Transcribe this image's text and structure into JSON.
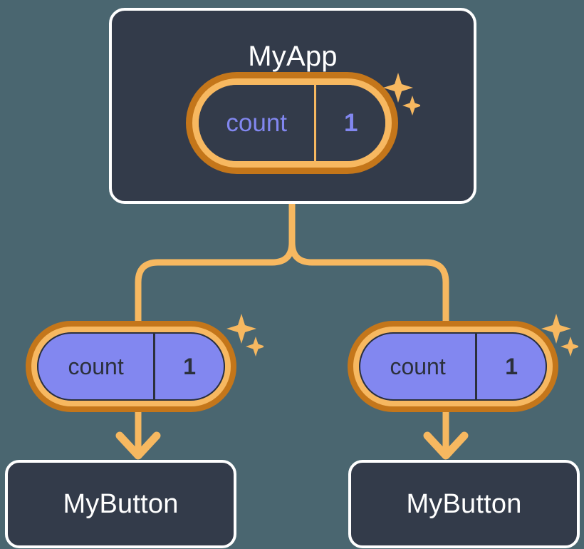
{
  "diagram": {
    "title_semantic": "react-state-propagation-tree",
    "background_color": "#4a6670"
  },
  "colors": {
    "background": "#4a6670",
    "card_fill": "#333b4a",
    "card_border": "#ffffff",
    "pill_ring_outer": "#c4761a",
    "pill_ring_inner": "#f7b860",
    "pill_purple_fill": "#8287f0",
    "pill_purple_text": "#2b303b",
    "state_text_accent": "#8287f0",
    "connector": "#f7b860",
    "sparkle": "#f7b860"
  },
  "nodes": {
    "root": {
      "label": "MyApp",
      "state": {
        "key": "count",
        "value": "1",
        "style": "dark"
      },
      "sparkle": "sparkle-icon"
    },
    "children": [
      {
        "state": {
          "key": "count",
          "value": "1",
          "style": "purple"
        },
        "sparkle": "sparkle-icon",
        "label": "MyButton"
      },
      {
        "state": {
          "key": "count",
          "value": "1",
          "style": "purple"
        },
        "sparkle": "sparkle-icon",
        "label": "MyButton"
      }
    ]
  },
  "connectors": {
    "trunk": "vertical-line-from-root",
    "branch": "rounded-tee-split",
    "arrows": [
      "down-arrow-to-left-button",
      "down-arrow-to-right-button"
    ]
  }
}
